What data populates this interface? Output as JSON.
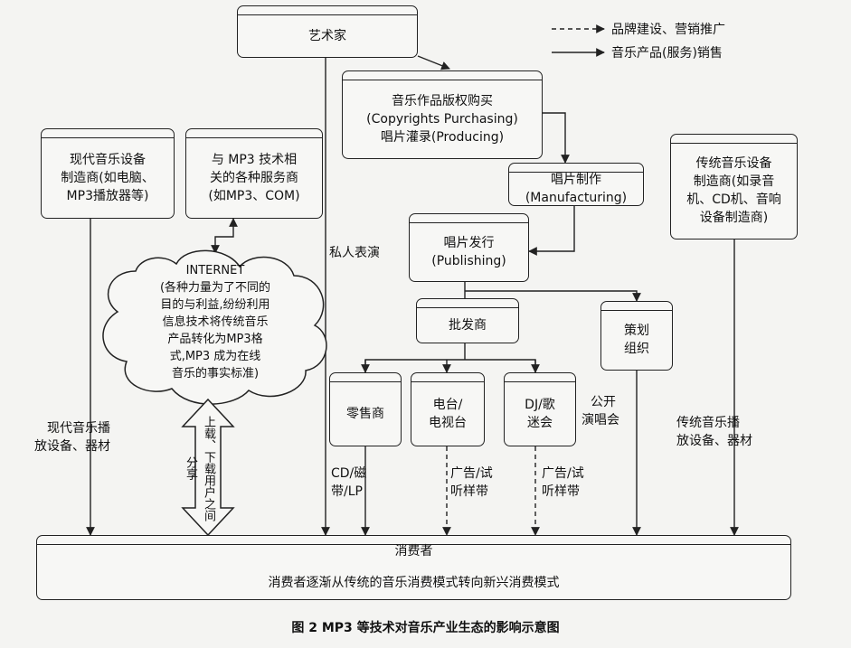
{
  "legend": {
    "dashed": "品牌建设、营销推广",
    "solid": "音乐产品(服务)销售"
  },
  "nodes": {
    "artist": [
      "艺术家"
    ],
    "copyright": [
      "音乐作品版权购买",
      "(Copyrights Purchasing)",
      "唱片灌录(Producing)"
    ],
    "modern_mfr": [
      "现代音乐设备",
      "制造商(如电脑、",
      "MP3播放器等)"
    ],
    "mp3_service": [
      "与 MP3 技术相",
      "关的各种服务商",
      "(如MP3、COM)"
    ],
    "manufacturing": [
      "唱片制作",
      "(Manufacturing)"
    ],
    "traditional_mfr": [
      "传统音乐设备",
      "制造商(如录音",
      "机、CD机、音响",
      "设备制造商)"
    ],
    "publishing": [
      "唱片发行",
      "(Publishing)"
    ],
    "wholesaler": [
      "批发商"
    ],
    "planning_org": [
      "策划",
      "组织"
    ],
    "retailer": [
      "零售商"
    ],
    "radio_tv": [
      "电台/",
      "电视台"
    ],
    "dj_fanclub": [
      "DJ/歌",
      "迷会"
    ],
    "consumer": [
      "消费者"
    ]
  },
  "internet_cloud": [
    "INTERNET",
    "(各种力量为了不同的",
    "目的与利益,纷纷利用",
    "信息技术将传统音乐",
    "产品转化为MP3格",
    "式,MP3 成为在线",
    "音乐的事实标准)"
  ],
  "labels": {
    "private_performance": "私人表演",
    "public_concert": [
      "公开",
      "演唱会"
    ],
    "modern_devices": [
      "现代音乐播",
      "放设备、器材"
    ],
    "traditional_devices": [
      "传统音乐播",
      "放设备、器材"
    ],
    "cd_tape_lp": [
      "CD/磁",
      "带/LP"
    ],
    "ad_sample_1": [
      "广告/试",
      "听样带"
    ],
    "ad_sample_2": [
      "广告/试",
      "听样带"
    ],
    "upload_download": "上载、下载用户之间分享",
    "consumer_shift": "消费者逐渐从传统的音乐消费模式转向新兴消费模式"
  },
  "caption": "图 2   MP3 等技术对音乐产业生态的影响示意图"
}
